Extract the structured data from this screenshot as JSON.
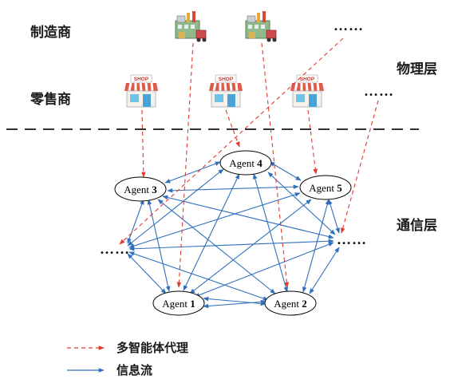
{
  "labels": {
    "manufacturer": "制造商",
    "retailer": "零售商",
    "physical_layer": "物理层",
    "communication_layer": "通信层",
    "ellipsis": "……"
  },
  "agents": [
    {
      "id": "agent-1",
      "text": "Agent ",
      "num": "1"
    },
    {
      "id": "agent-2",
      "text": "Agent ",
      "num": "2"
    },
    {
      "id": "agent-3",
      "text": "Agent ",
      "num": "3"
    },
    {
      "id": "agent-4",
      "text": "Agent ",
      "num": "4"
    },
    {
      "id": "agent-5",
      "text": "Agent ",
      "num": "5"
    }
  ],
  "icons": {
    "factory": "factory-icon",
    "shop": "shop-icon",
    "shop_sign": "SHOP"
  },
  "legend": {
    "proxy": "多智能体代理",
    "info_flow": "信息流"
  },
  "colors": {
    "proxy_line": "#e03a2f",
    "info_line": "#2f6fbd",
    "separator": "#333333"
  }
}
